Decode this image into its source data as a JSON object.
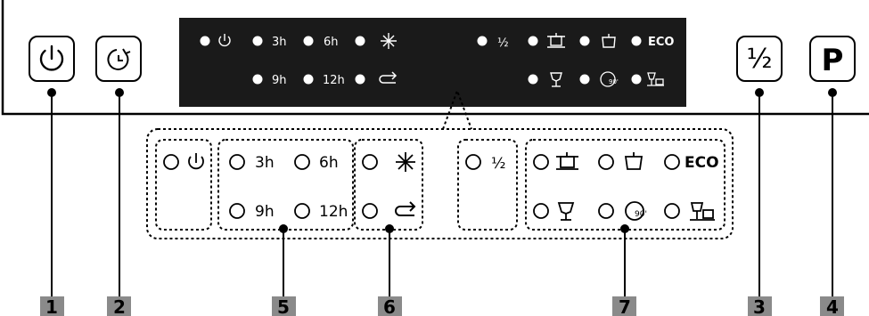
{
  "buttons": {
    "power": {
      "icon": "power-icon"
    },
    "delay": {
      "icon": "delay-timer-icon"
    },
    "half": {
      "label": "½"
    },
    "program": {
      "label": "P"
    }
  },
  "display_labels": {
    "h3": "3h",
    "h6": "6h",
    "h9": "9h",
    "h12": "12h",
    "half": "½",
    "eco": "ECO"
  },
  "indicator_labels": {
    "h3": "3h",
    "h6": "6h",
    "h9": "9h",
    "h12": "12h",
    "half": "½",
    "eco": "ECO"
  },
  "callouts": [
    "1",
    "2",
    "5",
    "6",
    "7",
    "3",
    "4"
  ],
  "icons": {
    "power": "power-icon",
    "salt": "sparkle-icon",
    "rinse": "rinse-aid-icon",
    "intensive": "pot-with-lid-icon",
    "normal": "pot-icon",
    "glass": "wine-glass-icon",
    "quick": "90-min-timer-icon",
    "mixed": "glass-and-plate-icon"
  },
  "colors": {
    "panel": "#1a1a1a",
    "callout_bg": "#8a8a8a",
    "line": "#000000"
  }
}
